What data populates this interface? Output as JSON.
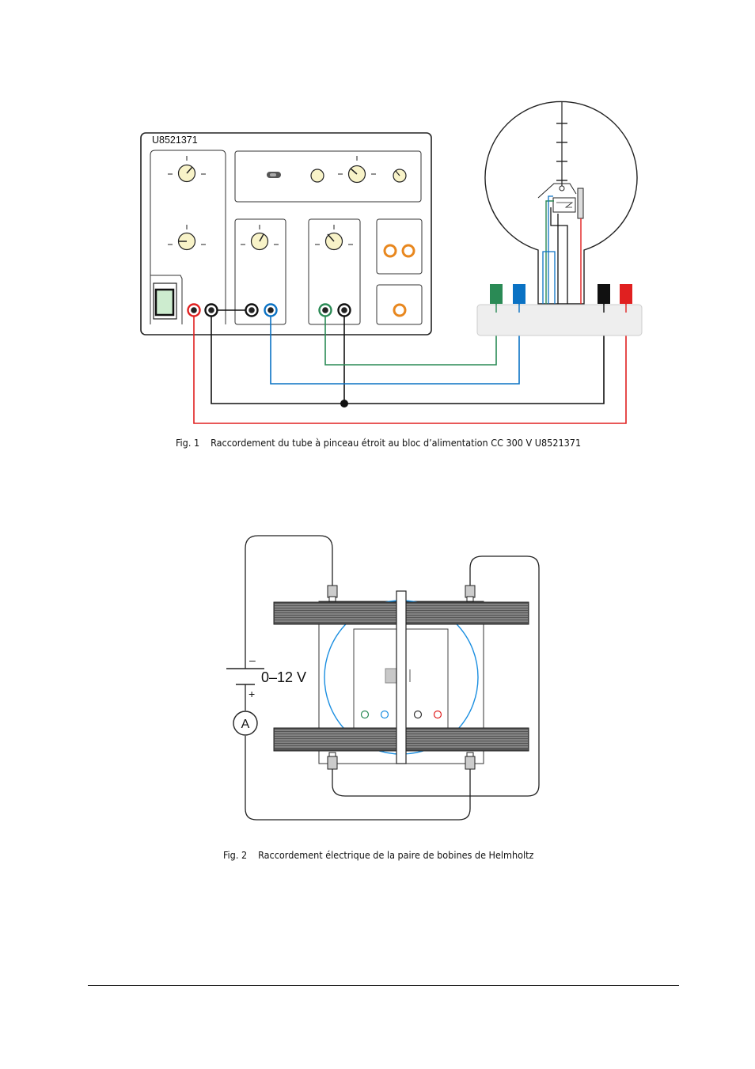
{
  "figure1": {
    "device_label": "U8521371",
    "caption_number": "Fig. 1",
    "caption_text": "Raccordement du tube à pinceau étroit au bloc d’alimentation CC 300 V U8521371",
    "colors": {
      "red": "#e02020",
      "black": "#111111",
      "blue": "#0a72c4",
      "green": "#2a8a55",
      "orange": "#e8871e",
      "knob": "#f8f3c8"
    }
  },
  "figure2": {
    "voltage_label": "0–12 V",
    "minus_sign": "–",
    "plus_sign": "+",
    "ammeter_label": "A",
    "caption_number": "Fig. 2",
    "caption_text": "Raccordement électrique de la paire de bobines de Helmholtz",
    "colors": {
      "coil_ring": "#1a8ee0",
      "wire": "#222222"
    }
  }
}
